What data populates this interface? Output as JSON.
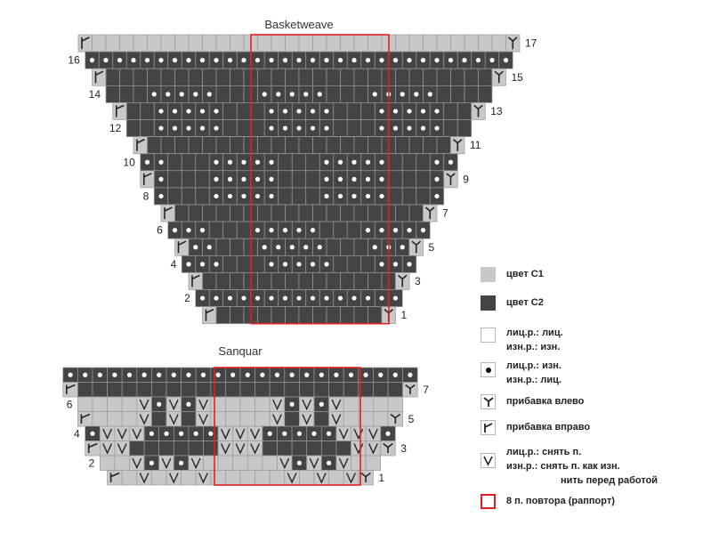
{
  "charts": [
    {
      "title": "Basketweave",
      "rows": [
        {
          "num": "17",
          "cells": "SGGGGGGGGGGGGGGGGGGGGGGGGGGGGGGR"
        },
        {
          "num": "16",
          "cells": "PPPPPPPPPPPPPPPPPPPPPPPPPPPPPPP"
        },
        {
          "num": "15",
          "cells": "SDDDDDDDDDDDDDDDDDDDDDDDDDDDDR"
        },
        {
          "num": "14",
          "cells": "DDDPPPPPDDDPPPPPDDDPPPPPDDDD"
        },
        {
          "num": "13",
          "cells": "SDDPPPPPDDDPPPPPDDDPPPPPDDR"
        },
        {
          "num": "12",
          "cells": "DDPPPPPDDDPPPPPDDDPPPPPDD"
        },
        {
          "num": "11",
          "cells": "SDDDDDDDDDDDDDDDDDDDDDDR"
        },
        {
          "num": "10",
          "cells": "PPDDDPPPPPDDDPPPPPDDDPP"
        },
        {
          "num": "9",
          "cells": "SPDDDPPPPPDDDPPPPPDDDPR"
        },
        {
          "num": "8",
          "cells": "PDDDPPPPPDDDPPPPPDDDP"
        },
        {
          "num": "7",
          "cells": "SDDDDDDDDDDDDDDDDDDR"
        },
        {
          "num": "6",
          "cells": "PPPDDDPPPPPDDDPPPPP"
        },
        {
          "num": "5",
          "cells": "SPPDDDPPPPPDDDPPPR"
        },
        {
          "num": "4",
          "cells": "PPPDDDPPPPPDDDPPP"
        },
        {
          "num": "3",
          "cells": "SDDDDDDDDDDDDDDR"
        },
        {
          "num": "2",
          "cells": "PPPPPPPPPPPPPPP"
        },
        {
          "num": "1",
          "cells": "SDDDDDDDDDDDDR"
        }
      ]
    },
    {
      "title": "Sanquar",
      "rows": [
        {
          "num": "",
          "cells": "PPPPPPPPPPPPPPPPPPPPPPPP"
        },
        {
          "num": "7",
          "cells": "SDDDDDDDDDDDDDDDDDDDDDDR"
        },
        {
          "num": "6",
          "cells": "GGGGVPVPVGGGGVPVPVGGGG"
        },
        {
          "num": "5",
          "cells": "SGGGVDVDVGGGGVDVDVGGGR"
        },
        {
          "num": "4",
          "cells": "PVVVPPPPPVVVPPPPPVVVP"
        },
        {
          "num": "3",
          "cells": "SVVDDDDDDVVVDDDDDDVVR"
        },
        {
          "num": "2",
          "cells": "GGVPVPVGGGGGVPVPVGG"
        },
        {
          "num": "1",
          "cells": "SGVGVGVGGGGGVGVGVR"
        }
      ]
    }
  ],
  "legend": [
    {
      "symbol": "C1",
      "lines": [
        "цвет С1"
      ]
    },
    {
      "symbol": "C2",
      "lines": [
        "цвет С2"
      ]
    },
    {
      "symbol": "knit",
      "lines": [
        "лиц.р.: лиц.",
        "изн.р.: изн."
      ]
    },
    {
      "symbol": "purl",
      "lines": [
        "лиц.р.: изн.",
        "изн.р.: лиц."
      ]
    },
    {
      "symbol": "incL",
      "lines": [
        "прибавка влево"
      ]
    },
    {
      "symbol": "incR",
      "lines": [
        "прибавка вправо"
      ]
    },
    {
      "symbol": "slip",
      "lines": [
        "лиц.р.: снять п.",
        "изн.р.: снять п. как изн.",
        "нить перед работой"
      ]
    },
    {
      "symbol": "repeat",
      "lines": [
        "8 п. повтора (раппорт)"
      ]
    }
  ],
  "colors": {
    "c1": "#c8c8c8",
    "c2": "#444444",
    "grid_line": "#9a9a9a",
    "repeat": "#e02020"
  }
}
